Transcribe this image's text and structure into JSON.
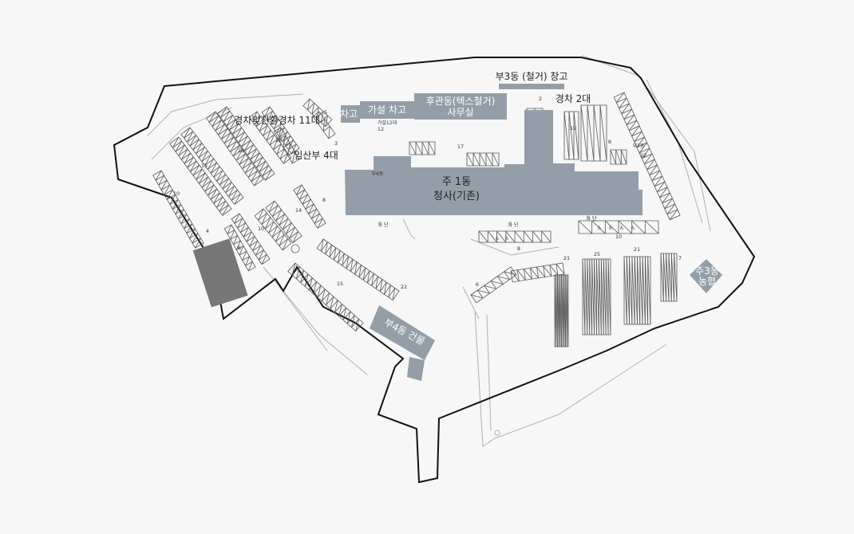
{
  "colors": {
    "background": "#f7f7f7",
    "building": "#939ea8",
    "boundary": "#111111",
    "road_line": "#b0b0b0",
    "parking_line": "#555555",
    "text": "#222222"
  },
  "buildings": {
    "main1": [
      "주 1동",
      "청사(기존)"
    ],
    "garage": "차고",
    "temp_garage": "가설 차고",
    "temp_garage_cap": "가설12대",
    "rear_hall": [
      "후관동(텍스철거)",
      "사무실"
    ],
    "annex3": "부3동 (철거) 창고",
    "annex6": "부6동",
    "annex4": "부4동 건물",
    "main3": [
      "주3동",
      "농협"
    ],
    "annex7": "부7동"
  },
  "labels": {
    "compact_eco": "경차및친환경차 11대",
    "maternity": "임산부 4대",
    "compact2": "경차 2대",
    "flowerbed_left": "화 단",
    "flowerbed_mid": "화 단",
    "flowerbed_right": "화 단"
  },
  "parking_counts": [
    {
      "id": "p-5",
      "text": "5"
    },
    {
      "id": "p-12",
      "text": "12"
    },
    {
      "id": "p-2",
      "text": "2"
    },
    {
      "id": "p-19",
      "text": "19"
    },
    {
      "id": "p-8a",
      "text": "8"
    },
    {
      "id": "p-22a",
      "text": "22"
    },
    {
      "id": "p-18",
      "text": "18"
    },
    {
      "id": "p-3",
      "text": "3"
    },
    {
      "id": "p-17",
      "text": "17"
    },
    {
      "id": "p-26",
      "text": "26"
    },
    {
      "id": "p-15a",
      "text": "15"
    },
    {
      "id": "p-10a",
      "text": "10"
    },
    {
      "id": "p-8b",
      "text": "8"
    },
    {
      "id": "p-14",
      "text": "14"
    },
    {
      "id": "p-4",
      "text": "4"
    },
    {
      "id": "p-10b",
      "text": "10"
    },
    {
      "id": "p-6a",
      "text": "6"
    },
    {
      "id": "p-15b",
      "text": "15"
    },
    {
      "id": "p-22b",
      "text": "22"
    },
    {
      "id": "p-8c",
      "text": "8"
    },
    {
      "id": "p-10c",
      "text": "10"
    },
    {
      "id": "p-21a",
      "text": "21"
    },
    {
      "id": "p-25",
      "text": "25"
    },
    {
      "id": "p-21b",
      "text": "21"
    },
    {
      "id": "p-7",
      "text": "7"
    },
    {
      "id": "p-6b",
      "text": "6"
    }
  ]
}
